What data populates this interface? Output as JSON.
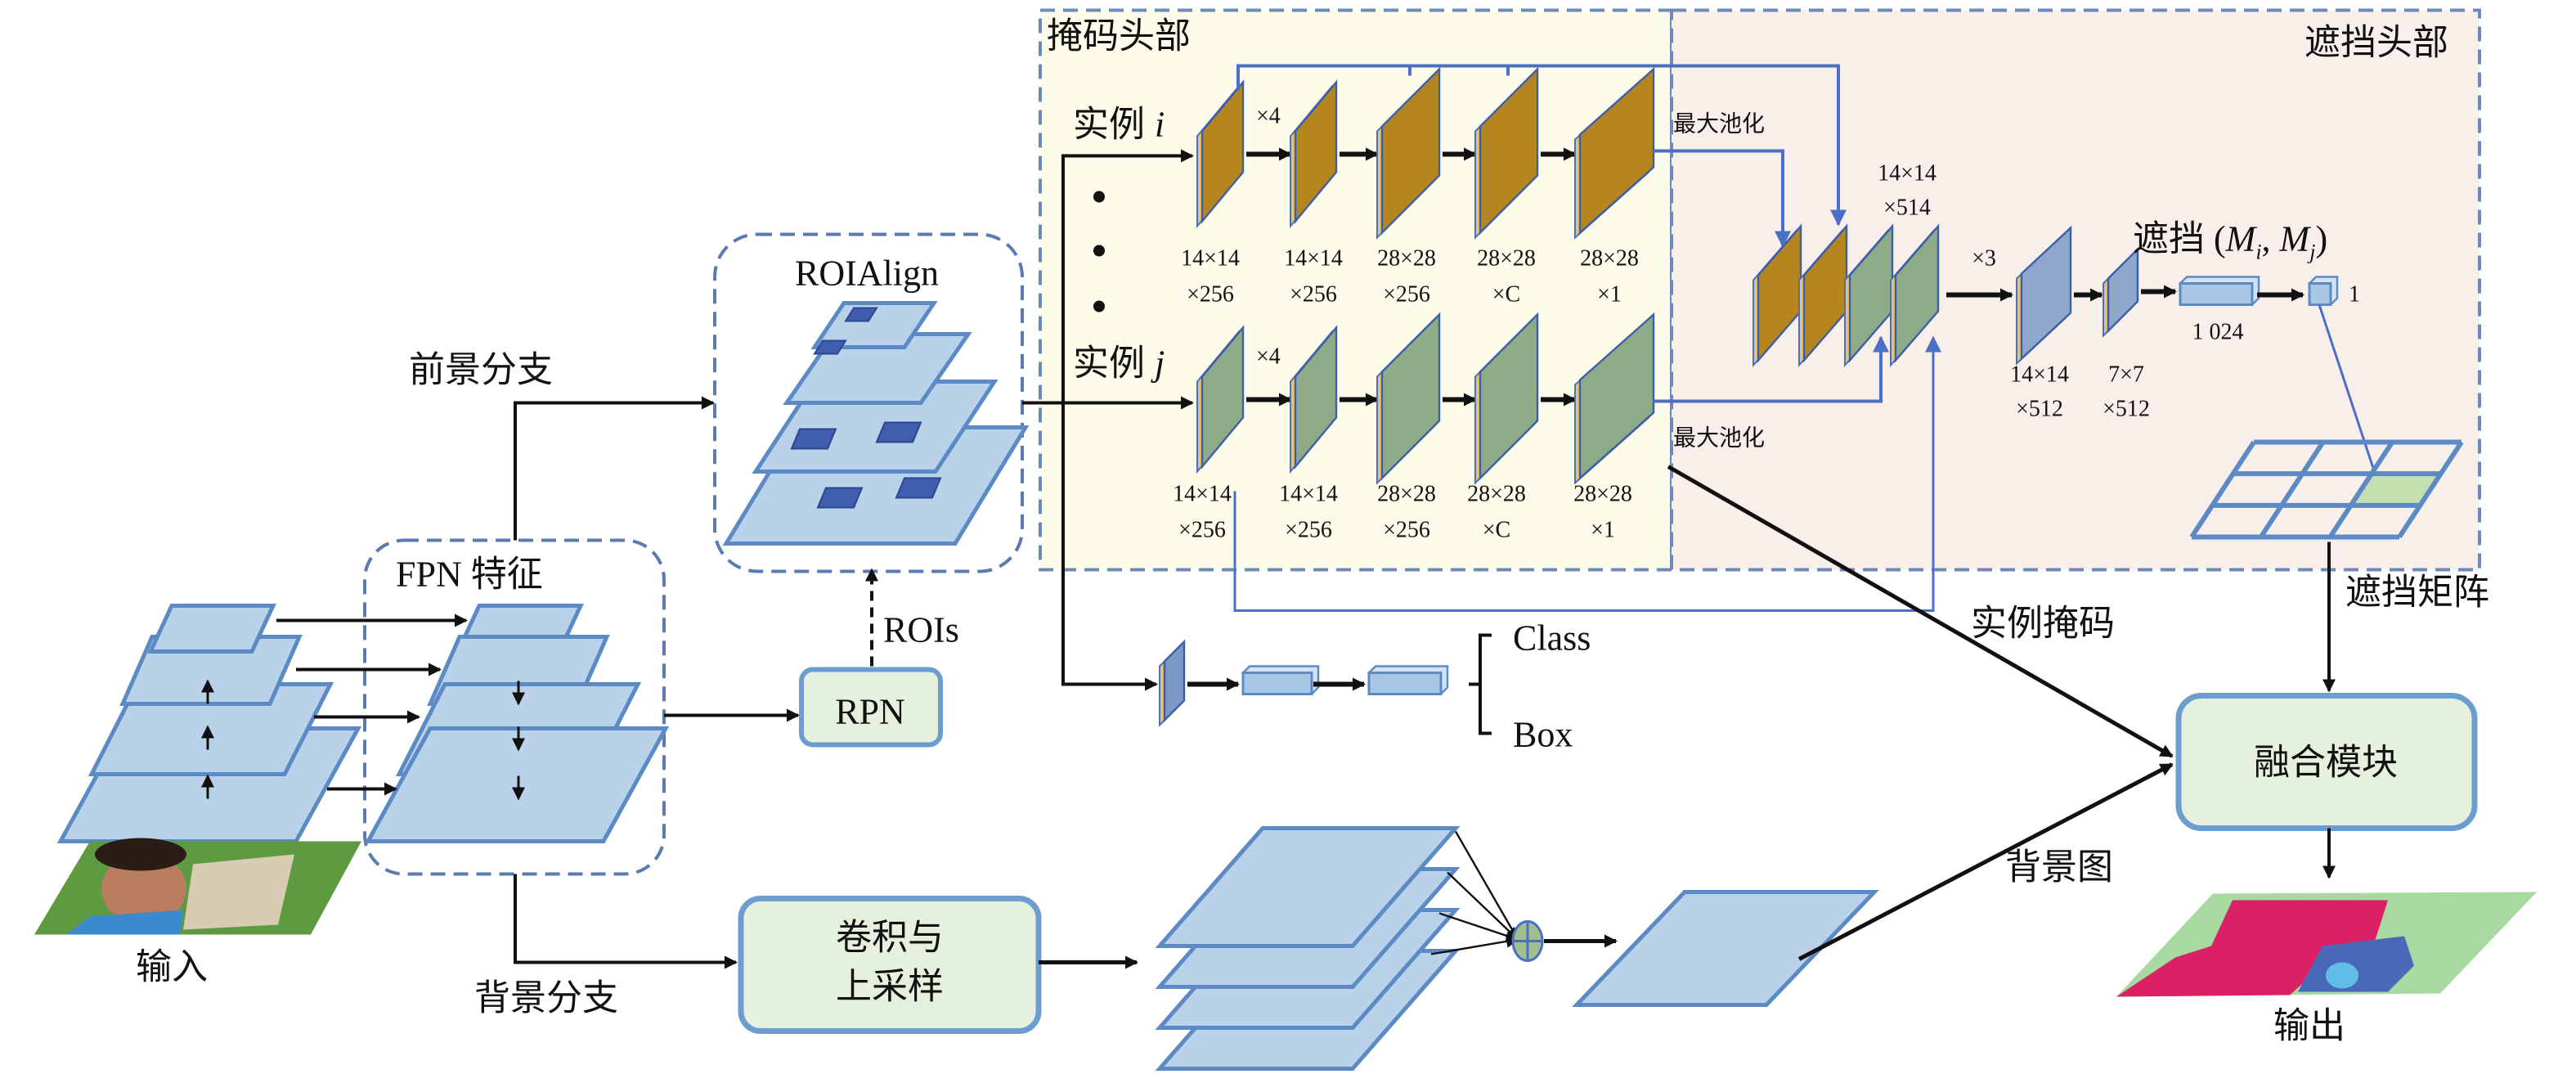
{
  "labels": {
    "input": "输入",
    "fpn": "FPN 特征",
    "roialign": "ROIAlign",
    "rpn": "RPN",
    "rois": "ROIs",
    "foreground_branch": "前景分支",
    "background_branch": "背景分支",
    "conv_line1": "卷积与",
    "conv_line2": "上采样",
    "mask_head": "掩码头部",
    "occlusion_head": "遮挡头部",
    "instance_i": "实例",
    "var_i": "i",
    "instance_j": "实例",
    "var_j": "j",
    "maxpool_top": "最大池化",
    "maxpool_bottom": "最大池化",
    "times4_i": "×4",
    "times4_j": "×4",
    "times3": "×3",
    "occlusion_title": "遮挡 (",
    "occ_Mi": "M",
    "occ_i": "i",
    "occ_comma": ", ",
    "occ_Mj": "M",
    "occ_j": "j",
    "occ_close": ")",
    "fc_1024": "1 024",
    "fc_1": "1",
    "class": "Class",
    "box": "Box",
    "instance_mask": "实例掩码",
    "occlusion_matrix": "遮挡矩阵",
    "fusion": "融合模块",
    "background_map": "背景图",
    "output": "输出"
  },
  "dims_i": [
    [
      "14×14",
      "×256"
    ],
    [
      "14×14",
      "×256"
    ],
    [
      "28×28",
      "×256"
    ],
    [
      "28×28",
      "×C"
    ],
    [
      "28×28",
      "×1"
    ]
  ],
  "dims_j": [
    [
      "14×14",
      "×256"
    ],
    [
      "14×14",
      "×256"
    ],
    [
      "28×28",
      "×256"
    ],
    [
      "28×28",
      "×C"
    ],
    [
      "28×28",
      "×1"
    ]
  ],
  "dims_concat": [
    "14×14",
    "×514"
  ],
  "dims_conv": [
    "14×14",
    "×512"
  ],
  "dims_pool": [
    "7×7",
    "×512"
  ],
  "colors": {
    "plane_fill": "#b9d2e9",
    "plane_stroke": "#5b8ac4",
    "roi_box": "#3f5fae",
    "instance_i_map": "#b5861f",
    "instance_j_map": "#8dab86",
    "occ_map": "#8ea7cb",
    "mask_head_bg": "#fdfbea",
    "occ_head_bg": "#f9efea",
    "node_fill": "#e6f1dd",
    "node_stroke": "#6b9dd0",
    "flow_blue": "#4a6fc4",
    "matrix_highlight": "#c5e0b0"
  }
}
